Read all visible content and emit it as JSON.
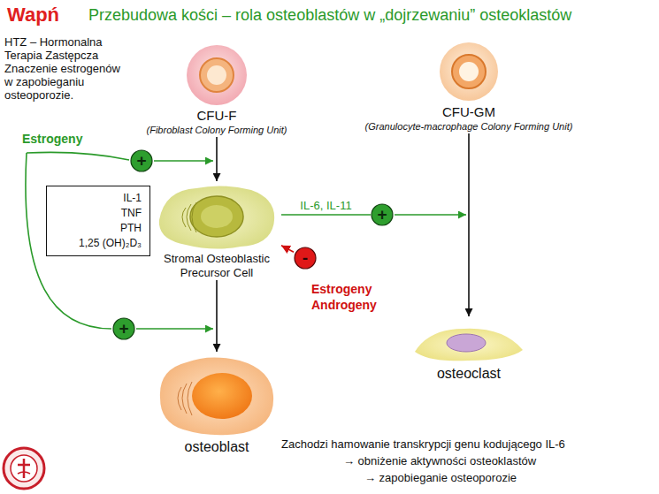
{
  "diagram": {
    "title": "Przebudowa kości – rola osteoblastów w „dojrzewaniu” osteoklastów",
    "nodes": [
      {
        "text": [
          "CFU-F",
          "(Fibroblast Colony Forming Unit)"
        ]
      },
      {
        "text": [
          "CFU-GM",
          "(Granulocyte-macrophage Colony Forming Unit)"
        ]
      },
      {
        "text": [
          "IL-1",
          "TNF",
          "PTH",
          "1,25 (OH)₂D₃"
        ]
      },
      {
        "text": [
          "+"
        ]
      },
      {
        "text": [
          "Stromal Osteoblastic Precursor Cell"
        ]
      },
      {
        "text": [
          "+"
        ]
      },
      {
        "text": [
          "-"
        ]
      },
      {
        "text": [
          "+"
        ]
      },
      {
        "text": [
          "osteoblast"
        ]
      },
      {
        "text": [
          "osteoclast"
        ]
      }
    ],
    "edges": [
      {
        "from": 0,
        "to": 4,
        "arrow": "to"
      },
      {
        "from": 4,
        "to": 8,
        "arrow": "to"
      },
      {
        "from": 1,
        "to": 9,
        "arrow": "to"
      },
      {
        "from": 6,
        "to": 4,
        "arrow": "to"
      },
      {
        "from": 4,
        "to": 5,
        "label": "IL-6, IL-11",
        "arrow": "none"
      }
    ],
    "labels": [
      "Wapń",
      "HTZ – Hormonalna Terapia Zastępcza Znaczenie estrogenów w zapobieganiu osteoporozie.",
      "Estrogeny",
      "Estrogeny Androgeny",
      "Zachodzi hamowanie transkrypcji genu kodującego IL-6",
      "→ obniżenie aktywności osteoklastów",
      "→ zapobieganie osteoporozie"
    ]
  }
}
